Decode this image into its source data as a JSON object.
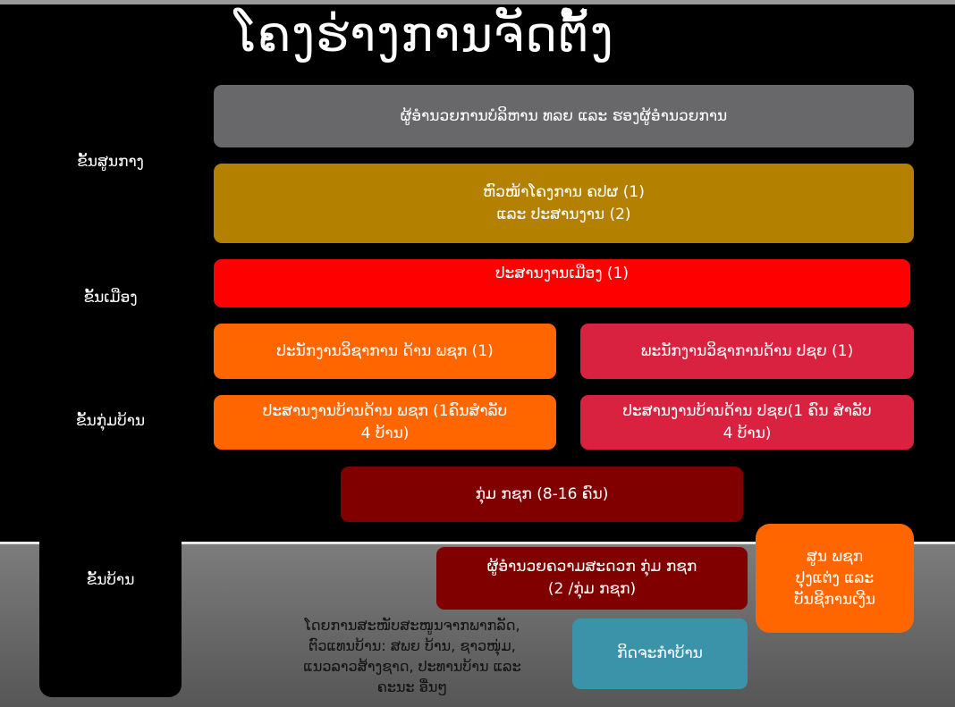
{
  "title": "ໂຄງຮ່າງການຈັດຕັ້ງ",
  "levels": {
    "central": "ຂັ້ນສູນກາງ",
    "district": "ຂັ້ນເມືອງ",
    "village_cluster": "ຂັ້ນກຸ່ມບ້ານ",
    "village": "ຂັ້ນບ້ານ"
  },
  "boxes": {
    "director": "ຜູ້ອຳນວຍການບໍລິຫານ ທລຍ ແລະ ຮອງຜູ້ອຳນວຍການ",
    "project_head": "ຫົວໜ້າໂຄງການ ຄປຜ  (1)\nແລະ ປະສານງານ (2)",
    "district_coord": "ປະສານງານເມືອງ (1)",
    "tech_women": "ປະນັກງານວິຊາການ ດ້ານ ພຊກ  (1)",
    "tech_poverty": "ພະນັກງານວິຊາການດ້ານ ປຊຍ (1)",
    "village_coord_women": "ປະສານງານບ້ານດ້ານ ພຊກ  (1ຄົນສຳລັບ\n4  ບ້ານ)",
    "village_coord_poverty": "ປະສານງານບ້ານດ້ານ ປຊຍ(1 ຄົນ ສຳລັບ\n4   ບ້ານ)",
    "group": "ກຸ່ມ ກຊກ  (8-16 ຄົນ)",
    "group_facilitator": "ຜູ້ອຳນວຍຄວາມສະດວກ ກຸ່ມ ກຊກ\n(2 /ກຸ່ມ ກຊກ)",
    "center": "ສູນ ພຊກ\nປຸງແຕ່ງ ແລະ\nບັນຊີການເງີນ",
    "village_activity": "ກິດຈະກຳບ້ານ"
  },
  "note": "ໂດຍການສະໜັບສະໜູນຈາກພາກລັດ,\nຕົວແທນບ້ານ: ສພຍ ບ້ານ, ຊາວໜຸ່ມ,\nແນວລາວສ້າງຊາດ, ປະທານບ້ານ ແລະ\nຄະນະ ອື່ນໆ",
  "colors": {
    "gray": "#68686b",
    "gold": "#b38000",
    "red": "#ff0000",
    "orange": "#ff6600",
    "crimson": "#d8223f",
    "maroon": "#800000",
    "teal": "#3a93a9"
  }
}
